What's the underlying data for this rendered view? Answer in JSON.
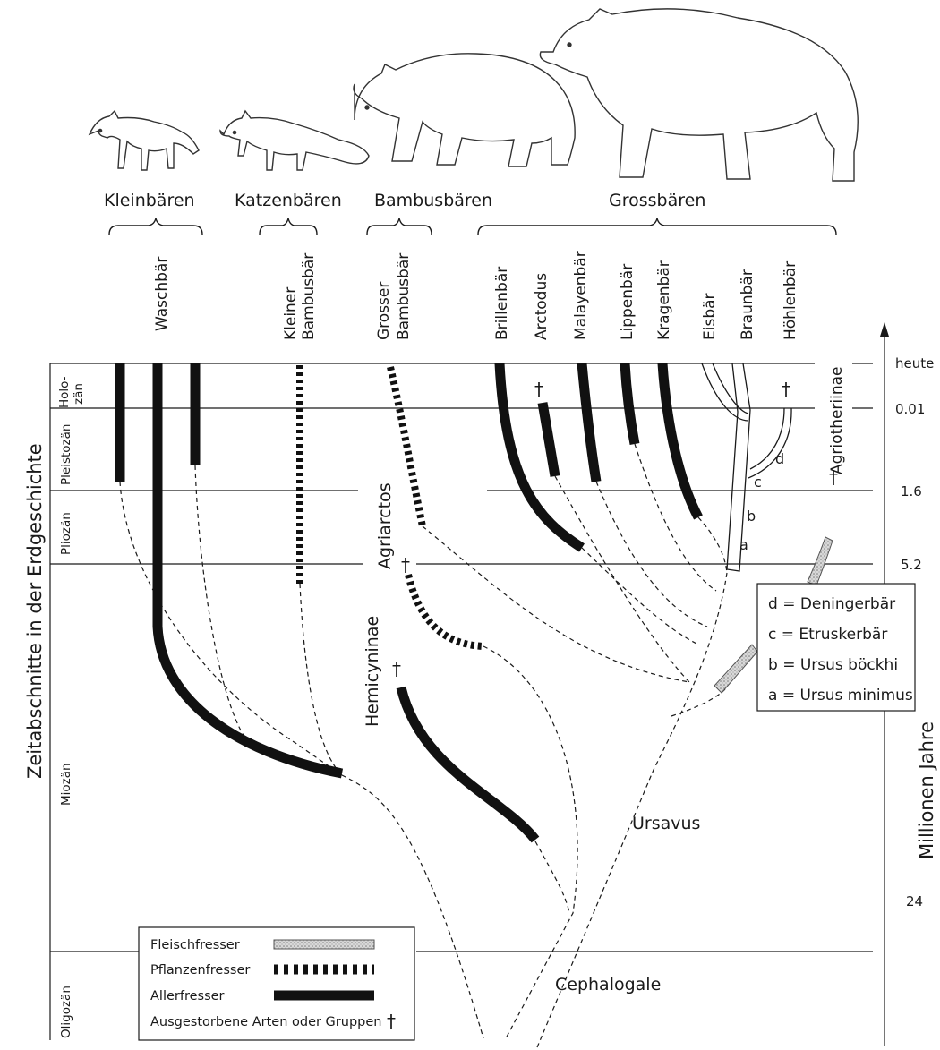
{
  "groups": {
    "kleinbaeren": "Kleinbären",
    "katzenbaeren": "Katzenbären",
    "bambusbaeren": "Bambusbären",
    "grossbaeren": "Grossbären"
  },
  "species": {
    "waschbaer": "Waschbär",
    "kleiner_bambusbaer_1": "Kleiner",
    "kleiner_bambusbaer_2": "Bambusbär",
    "grosser_bambusbaer_1": "Grosser",
    "grosser_bambusbaer_2": "Bambusbär",
    "brillenbaer": "Brillenbär",
    "arctodus": "Arctodus",
    "malayenbaer": "Malayenbär",
    "lippenbaer": "Lippenbär",
    "kragenbaer": "Kragenbär",
    "eisbaer": "Eisbär",
    "braunbaer": "Braunbär",
    "hoehlenbaer": "Höhlenbär",
    "agriotheriinae": "Agriotheriinae"
  },
  "eras": {
    "holozaen_1": "Holo-",
    "holozaen_2": "zän",
    "pleistozaen": "Pleistozän",
    "pliozaen": "Pliozän",
    "miozaen": "Miozän",
    "oligozaen": "Oligozän"
  },
  "ticks": {
    "heute": "heute",
    "t001": "0.01",
    "t16": "1.6",
    "t52": "5.2",
    "t24": "24"
  },
  "axis": {
    "left_title": "Zeitabschnitte in der Erdgeschichte",
    "right_title": "Millionen Jahre"
  },
  "branches": {
    "agriarctos": "Agriarctos",
    "hemicyninae": "Hemicyninae",
    "ursavus": "Ursavus",
    "cephalogale": "Cephalogale"
  },
  "markers": {
    "dagger": "†",
    "a": "a",
    "b": "b",
    "c": "c",
    "d": "d"
  },
  "key": {
    "d": "d = Deningerbär",
    "c": "c = Etruskerbär",
    "b": "b = Ursus böckhi",
    "a": "a = Ursus minimus"
  },
  "legend": {
    "fleischfresser": "Fleischfresser",
    "pflanzenfresser": "Pflanzenfresser",
    "allesfresser": "Allerfresser",
    "ausgestorben": "Ausgestorbene Arten oder Gruppen",
    "dagger": "†"
  }
}
